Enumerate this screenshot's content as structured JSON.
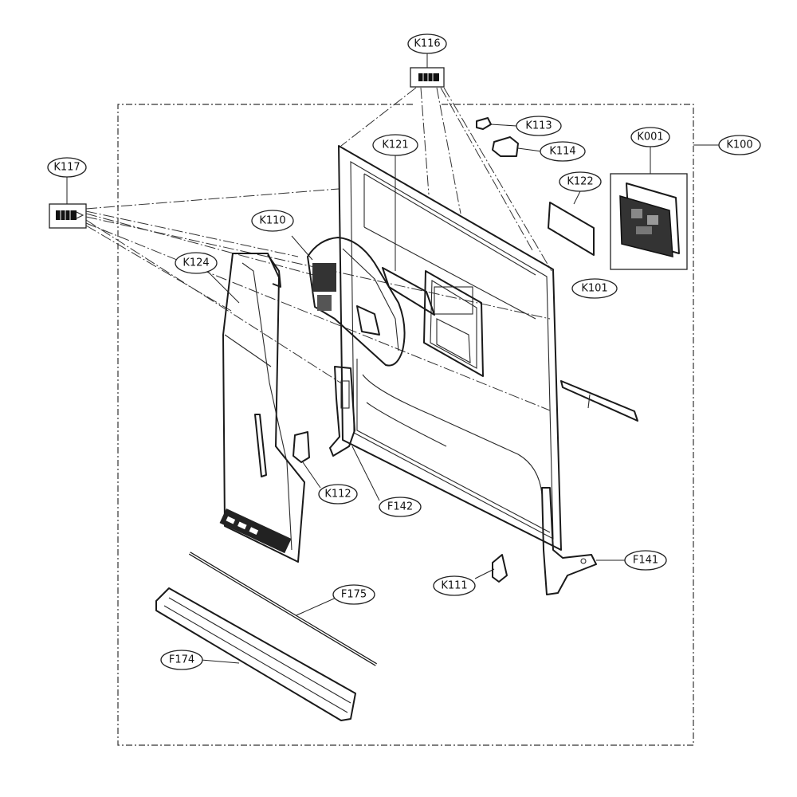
{
  "callouts": {
    "K116": "K116",
    "K117": "K117",
    "K113": "K113",
    "K114": "K114",
    "K121": "K121",
    "K001": "K001",
    "K100": "K100",
    "K122": "K122",
    "K110": "K110",
    "K124": "K124",
    "K101": "K101",
    "K112": "K112",
    "F142": "F142",
    "K111": "K111",
    "F141": "F141",
    "F175": "F175",
    "F174": "F174"
  }
}
